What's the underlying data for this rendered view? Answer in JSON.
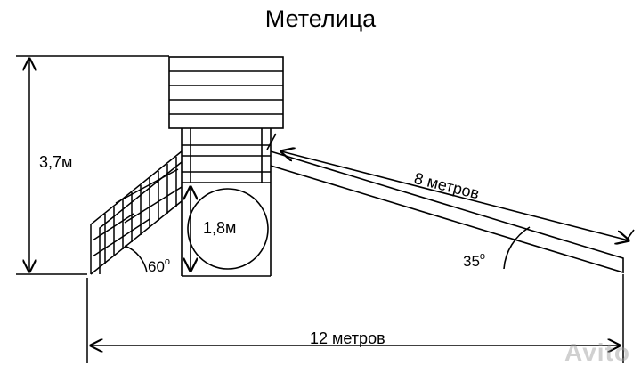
{
  "title": "Метелица",
  "labels": {
    "height_total": "3,7м",
    "opening_diameter": "1,8м",
    "slide_length": "8 метров",
    "total_length": "12 метров",
    "ladder_angle": "60",
    "slide_angle": "35",
    "degree_mark": "o"
  },
  "watermark": "Avito"
}
